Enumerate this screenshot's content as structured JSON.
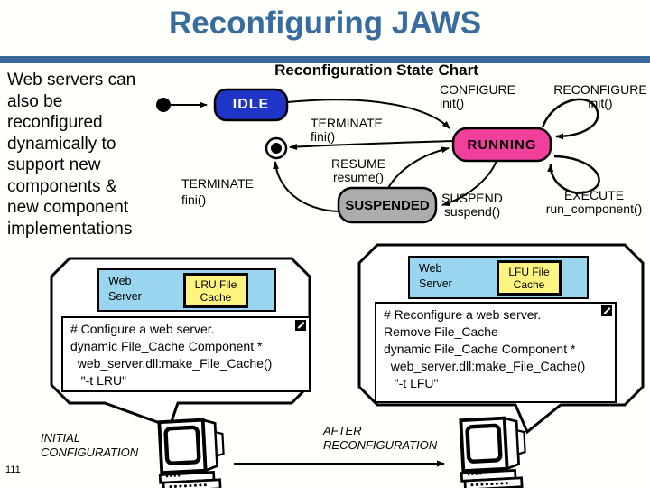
{
  "slide": {
    "title": "Reconfiguring JAWS",
    "page_number": "111"
  },
  "colors": {
    "accent_blue": "#386C9E",
    "bar_blue": "#3A6B99",
    "idle_fill": "#1F35C8",
    "running_fill": "#F0409B",
    "suspended_fill": "#ACACAC",
    "panel_blue": "#99D5EE",
    "cache_yellow": "#FFF47F"
  },
  "intro": {
    "lines": [
      "Web servers can",
      "also be",
      "reconfigured",
      "dynamically to",
      "support new",
      "components &",
      "new component",
      "implementations"
    ]
  },
  "state_chart": {
    "heading": "Reconfiguration State Chart",
    "states": {
      "idle": "IDLE",
      "running": "RUNNING",
      "suspended": "SUSPENDED"
    },
    "transitions": {
      "configure": {
        "event": "CONFIGURE",
        "action": "init()"
      },
      "reconfigure": {
        "event": "RECONFIGURE",
        "action": "init()"
      },
      "terminate_top": {
        "event": "TERMINATE",
        "action": "fini()"
      },
      "terminate_left": {
        "event": "TERMINATE",
        "action": "fini()"
      },
      "resume": {
        "event": "RESUME",
        "action": "resume()"
      },
      "suspend": {
        "event": "SUSPEND",
        "action": "suspend()"
      },
      "execute": {
        "event": "EXECUTE",
        "action": "run_component()"
      }
    }
  },
  "initial_panel": {
    "server_label": "Web Server",
    "cache_label": "LRU File Cache",
    "code_lines": [
      "# Configure a web server.",
      "dynamic File_Cache Component *",
      "  web_server.dll:make_File_Cache()",
      "   \"-t LRU\""
    ],
    "caption": "INITIAL CONFIGURATION"
  },
  "reconfigured_panel": {
    "server_label": "Web Server",
    "cache_label": "LFU File Cache",
    "code_lines": [
      "# Reconfigure a web server.",
      "Remove File_Cache",
      "dynamic File_Cache Component *",
      "  web_server.dll:make_File_Cache()",
      "   \"-t LFU\""
    ],
    "caption": "AFTER RECONFIGURATION"
  }
}
